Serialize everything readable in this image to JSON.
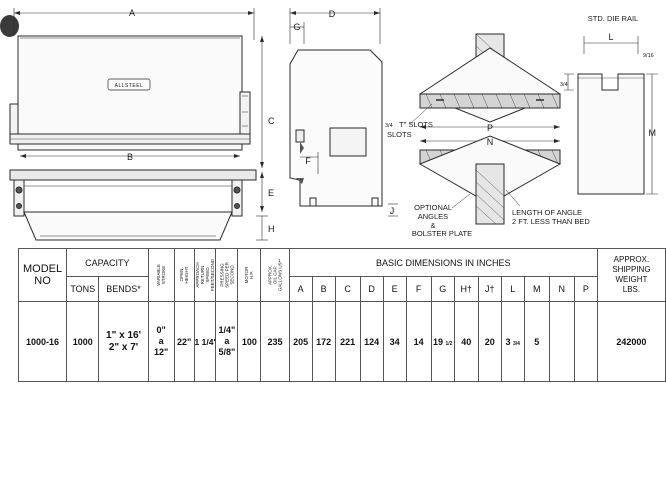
{
  "drawing": {
    "dim_labels": [
      "A",
      "B",
      "C",
      "D",
      "E",
      "F",
      "G",
      "H",
      "J",
      "L",
      "M",
      "N",
      "P"
    ],
    "brand_plate": "ALLSTEEL",
    "std_die_rail": "STD. DIE RAIL",
    "die_rail_fraction_top": "9/16",
    "die_rail_fraction_side": "3/4",
    "t_slots_label": "T\" SLOTS",
    "t_slots_fraction": "3/4",
    "optional_angles": "OPTIONAL\nANGLES\n&\nBOLSTER PLATE",
    "length_of_angle": "LENGTH OF ANGLE\n2 FT. LESS THAN BED"
  },
  "table": {
    "header": {
      "model": "MODEL\nNO",
      "capacity": "CAPACITY",
      "tons": "TONS",
      "bends": "BENDS*",
      "variable_stroke": "VARIABLE\nSTROKE",
      "open_height": "OPEN\nHEIGHT",
      "approach_speed": "APPROACH\nRETURN\nSPEED\nFEET/SECOND",
      "pressing_speed": "PRESSING\nSPEED PER\nSECOND",
      "motor_hp": "MOTOR\nH.P.",
      "oil_cap": "APPROX.\nOIL CAP.\nGALLONS US**",
      "basic_dims": "BASIC DIMENSIONS IN INCHES",
      "shipping": "APPROX.\nSHIPPING\nWEIGHT\nLBS.",
      "dim_cols": [
        "A",
        "B",
        "C",
        "D",
        "E",
        "F",
        "G",
        "H†",
        "J†",
        "L",
        "M",
        "N",
        "P"
      ]
    },
    "rows": [
      {
        "model": "1000-16",
        "tons": "1000",
        "bends_1": "1\" x 16'",
        "bends_2": "2\" x 7'",
        "stroke_1": "0\"",
        "stroke_2": "a",
        "stroke_3": "12\"",
        "open_height": "22\"",
        "approach_speed": "1 1/4\"",
        "pressing_1": "1/4\"",
        "pressing_2": "a",
        "pressing_3": "5/8\"",
        "motor_hp": "100",
        "oil_cap": "235",
        "dims": [
          "205",
          "172",
          "221",
          "124",
          "34",
          "14",
          "19",
          "40",
          "20",
          "3",
          "5",
          "",
          ""
        ],
        "g_fraction": "1/2",
        "l_fraction": "3/4",
        "shipping_weight": "242000"
      }
    ]
  }
}
